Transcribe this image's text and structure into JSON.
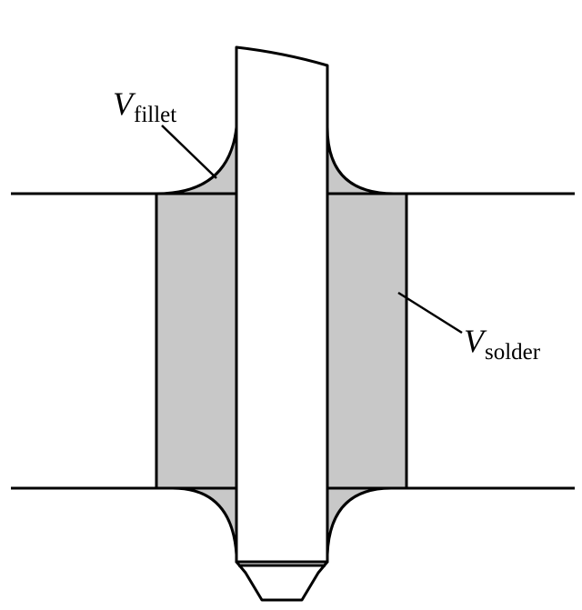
{
  "labels": {
    "fillet": {
      "symbol": "V",
      "subscript": "fillet"
    },
    "solder": {
      "symbol": "V",
      "subscript": "solder"
    }
  },
  "colors": {
    "solder_fill": "#c8c8c8",
    "stroke": "#000000",
    "background": "#ffffff",
    "lead_fill": "#ffffff"
  }
}
